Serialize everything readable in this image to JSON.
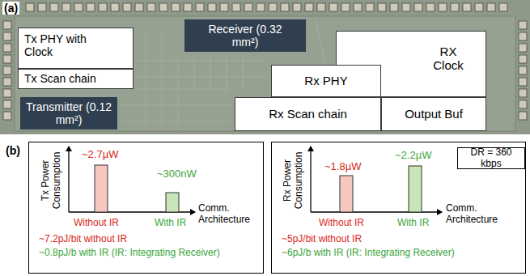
{
  "diagram": {
    "nodes": [
      {
        "text": [
          "Tx PHY with Clock"
        ]
      },
      {
        "text": [
          "Tx Scan chain"
        ]
      },
      {
        "text": [
          "Transmitter (0.12 mm²)"
        ]
      },
      {
        "text": [
          "Receiver (0.32 mm²)"
        ]
      },
      {
        "text": [
          "RX Clock"
        ]
      },
      {
        "text": [
          "Rx PHY"
        ]
      },
      {
        "text": [
          "Rx Scan chain"
        ]
      },
      {
        "text": [
          "Output Buf"
        ]
      },
      {
        "text": [
          "Tx Power Consumption",
          "~2.7µW",
          "~300nW",
          "Comm. Architecture",
          "Without IR",
          "With IR",
          "~7.2pJ/bit without IR",
          "~0.8pJ/b with IR (IR: Integrating Receiver)"
        ]
      },
      {
        "text": [
          "Rx Power Consumption",
          "~1.8µW",
          "~2.2µW",
          "Comm. Architecture",
          "Without IR",
          "With IR",
          "~5pJ/bit without IR",
          "~6pJ/b with IR (IR: Integrating Receiver)"
        ]
      },
      {
        "text": [
          "DR = 360 kbps"
        ],
        "in": 9
      }
    ],
    "labels": [
      "(a)",
      "(b)"
    ]
  }
}
